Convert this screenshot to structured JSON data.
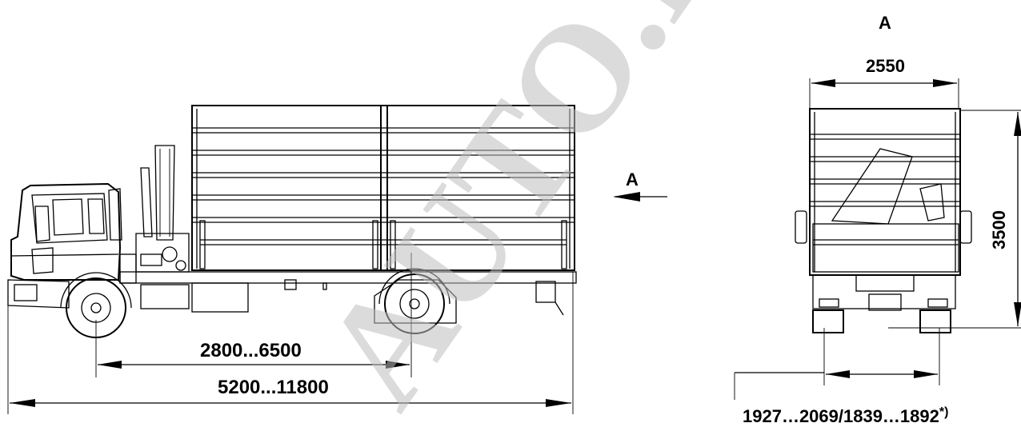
{
  "watermark": {
    "text": "AUTO.RU",
    "color": "#c8c8c8"
  },
  "view_marker": {
    "side_label": "A",
    "front_label": "A"
  },
  "dimensions": {
    "wheelbase": "2800...6500",
    "overall_length": "5200...11800",
    "width": "2550",
    "height": "3500",
    "track": "1927…2069/1839…1892",
    "track_suffix": "*)"
  }
}
